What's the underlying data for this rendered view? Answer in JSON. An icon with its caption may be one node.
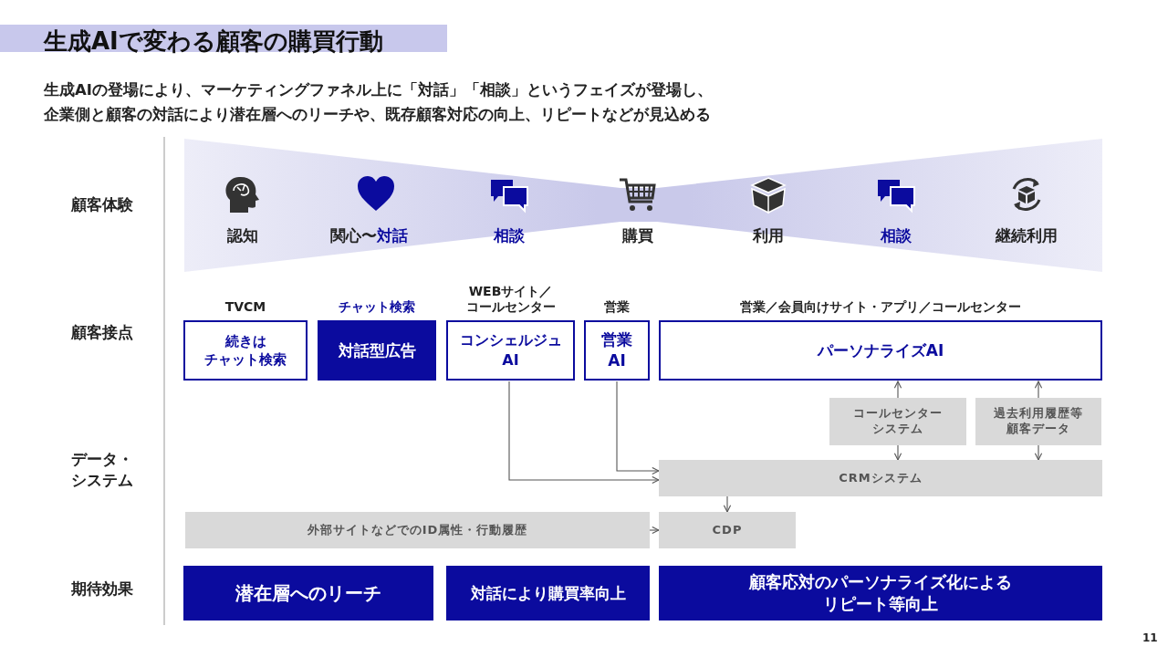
{
  "diagram": {
    "title": "生成AIで変わる顧客の購買行動",
    "nodes": [
      {
        "text": [
          "続きは",
          "チャット検索"
        ],
        "beside": [
          "TVCM"
        ]
      },
      {
        "text": [
          "対話型広告"
        ],
        "beside": [
          "チャット検索"
        ]
      },
      {
        "text": [
          "コンシェルジュAI"
        ],
        "beside": [
          "WEBサイト／",
          "コールセンター"
        ]
      },
      {
        "text": [
          "営業AI"
        ],
        "beside": [
          "営業"
        ]
      },
      {
        "text": [
          "パーソナライズAI"
        ],
        "beside": [
          "営業／会員向けサイト・アプリ／コールセンター"
        ]
      },
      {
        "text": [
          "コールセンターシステム"
        ]
      },
      {
        "text": [
          "過去利用履歴等顧客データ"
        ]
      },
      {
        "text": [
          "CRMシステム"
        ]
      },
      {
        "text": [
          "外部サイトなどでのID属性・行動履歴"
        ]
      },
      {
        "text": [
          "CDP"
        ]
      },
      {
        "text": [
          "潜在層へのリーチ"
        ]
      },
      {
        "text": [
          "対話により購買率向上"
        ]
      },
      {
        "text": [
          "顧客応対のパーソナライズ化によるリピート等向上"
        ]
      }
    ],
    "edges": [
      {
        "from": 2,
        "to": 7,
        "arrow": "to"
      },
      {
        "from": 3,
        "to": 7,
        "arrow": "to"
      },
      {
        "from": 5,
        "to": 4,
        "arrow": "to"
      },
      {
        "from": 5,
        "to": 7,
        "arrow": "to"
      },
      {
        "from": 6,
        "to": 4,
        "arrow": "to"
      },
      {
        "from": 6,
        "to": 7,
        "arrow": "to"
      },
      {
        "from": 7,
        "to": 9,
        "arrow": "to"
      },
      {
        "from": 8,
        "to": 9,
        "arrow": "to"
      }
    ],
    "labels": [
      "生成AIの登場により、マーケティングファネル上に「対話」「相談」というフェイズが登場し、",
      "企業側と顧客の対話により潜在層へのリーチや、既存顧客対応の向上、リピートなどが見込める",
      "顧客体験",
      "認知",
      "関心〜",
      "対話",
      "相談",
      "購買",
      "利用",
      "相談",
      "継続利用",
      "顧客接点",
      "データ・システム",
      "期待効果",
      "11"
    ]
  }
}
